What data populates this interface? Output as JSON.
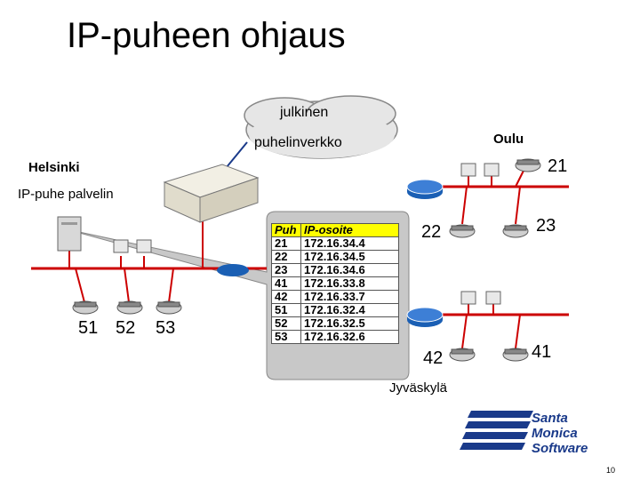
{
  "title": "IP-puheen ohjaus",
  "cloud": {
    "line1": "julkinen",
    "line2": "puhelinverkko"
  },
  "cities": {
    "oulu": "Oulu",
    "helsinki": "Helsinki",
    "jyvaskyla": "Jyväskylä"
  },
  "server_label": "IP-puhe palvelin",
  "phones": {
    "p21": "21",
    "p22": "22",
    "p23": "23",
    "p41": "41",
    "p42": "42",
    "p51": "51",
    "p52": "52",
    "p53": "53"
  },
  "table": {
    "headers": [
      "Puh",
      "IP-osoite"
    ],
    "rows": [
      [
        "21",
        "172.16.34.4"
      ],
      [
        "22",
        "172.16.34.5"
      ],
      [
        "23",
        "172.16.34.6"
      ],
      [
        "41",
        "172.16.33.8"
      ],
      [
        "42",
        "172.16.33.7"
      ],
      [
        "51",
        "172.16.32.4"
      ],
      [
        "52",
        "172.16.32.5"
      ],
      [
        "53",
        "172.16.32.6"
      ]
    ]
  },
  "logo": {
    "line1": "Santa",
    "line2": "Monica",
    "line3": "Software"
  },
  "page_number": "10",
  "colors": {
    "lan": "#cc0000",
    "router": "#1a5fb4",
    "table_header": "#ffff00",
    "logo": "#1a3a8a",
    "callout": "#c8c8c8"
  }
}
